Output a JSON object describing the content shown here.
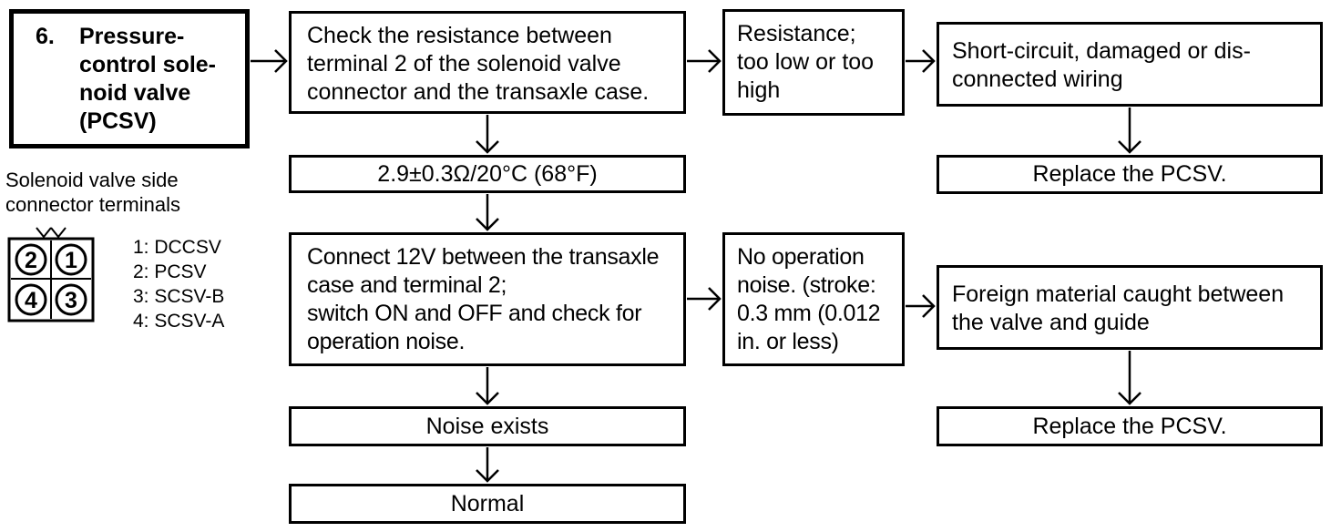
{
  "title_box": {
    "number": "6.",
    "lines": [
      "Pressure-",
      "control sole-",
      "noid valve",
      "(PCSV)"
    ]
  },
  "check_resistance": {
    "lines": [
      "Check the resistance between",
      "terminal 2 of the solenoid valve",
      "connector and the transaxle case."
    ]
  },
  "resistance_bad": {
    "lines": [
      "Resistance;",
      "too low or too",
      "high"
    ]
  },
  "wiring_fault": {
    "lines": [
      "Short-circuit, damaged or dis-",
      "connected wiring"
    ]
  },
  "replace_1": {
    "label": "Replace the PCSV."
  },
  "resistance_spec": {
    "label": "2.9±0.3Ω/20°C (68°F)"
  },
  "connect_12v": {
    "lines": [
      "Connect 12V between the transaxle",
      "case and terminal 2;",
      "switch ON and OFF and check for",
      "operation noise."
    ]
  },
  "no_noise": {
    "lines": [
      "No operation",
      "noise. (stroke:",
      "0.3 mm (0.012",
      "in. or less)"
    ]
  },
  "foreign_material": {
    "lines": [
      "Foreign material caught between",
      "the valve and guide"
    ]
  },
  "replace_2": {
    "label": "Replace the PCSV."
  },
  "noise_exists": {
    "label": "Noise exists"
  },
  "normal": {
    "label": "Normal"
  },
  "connector": {
    "caption": [
      "Solenoid valve side",
      "connector terminals"
    ],
    "pins": [
      "2",
      "1",
      "4",
      "3"
    ],
    "legend": [
      "1: DCCSV",
      "2: PCSV",
      "3: SCSV-B",
      "4: SCSV-A"
    ]
  }
}
